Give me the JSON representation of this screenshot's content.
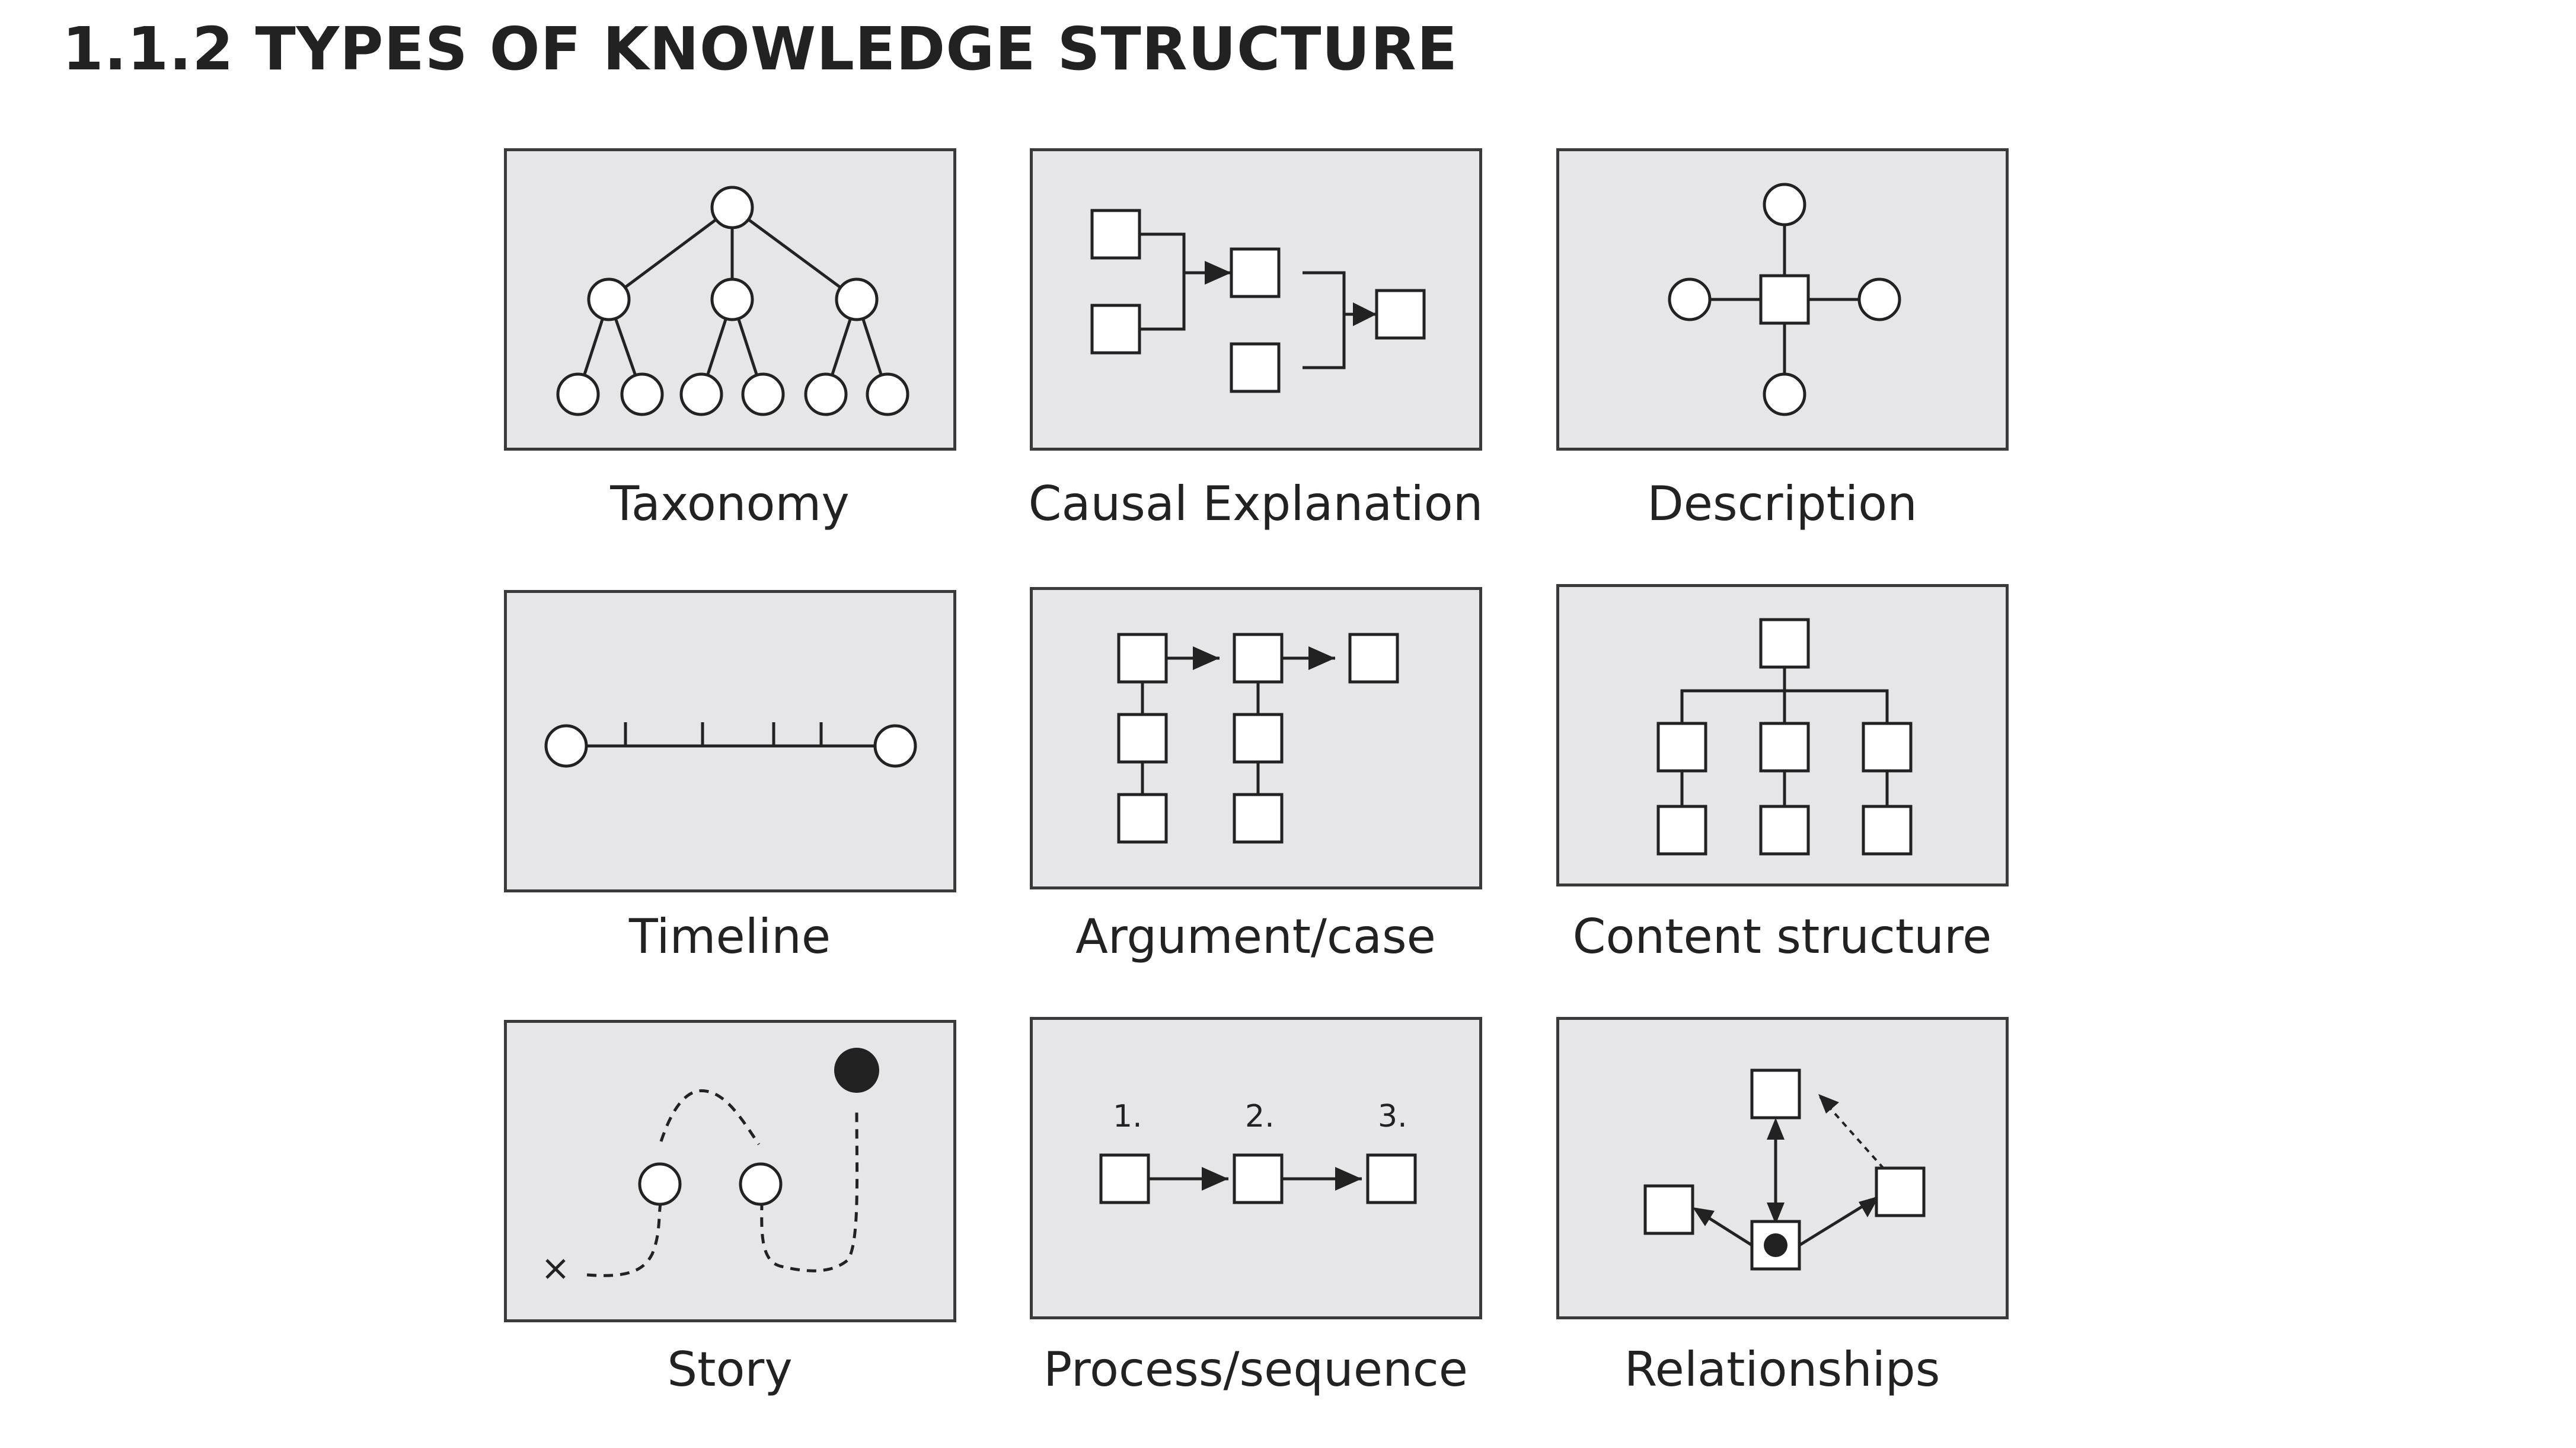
{
  "title": "1.1.2 TYPES OF KNOWLEDGE STRUCTURE",
  "panels": [
    {
      "caption": "Taxonomy",
      "icon": "taxonomy-tree-icon"
    },
    {
      "caption": "Causal Explanation",
      "icon": "causal-explanation-icon"
    },
    {
      "caption": "Description",
      "icon": "description-hub-icon"
    },
    {
      "caption": "Timeline",
      "icon": "timeline-icon"
    },
    {
      "caption": "Argument/case",
      "icon": "argument-case-icon"
    },
    {
      "caption": "Content structure",
      "icon": "content-structure-icon"
    },
    {
      "caption": "Story",
      "icon": "story-path-icon"
    },
    {
      "caption": "Process/sequence",
      "icon": "process-sequence-icon",
      "step_labels": [
        "1.",
        "2.",
        "3."
      ]
    },
    {
      "caption": "Relationships",
      "icon": "relationships-icon"
    }
  ],
  "colors": {
    "panel_fill": "#e6e6e8",
    "line": "#222222",
    "node_fill": "#ffffff"
  }
}
